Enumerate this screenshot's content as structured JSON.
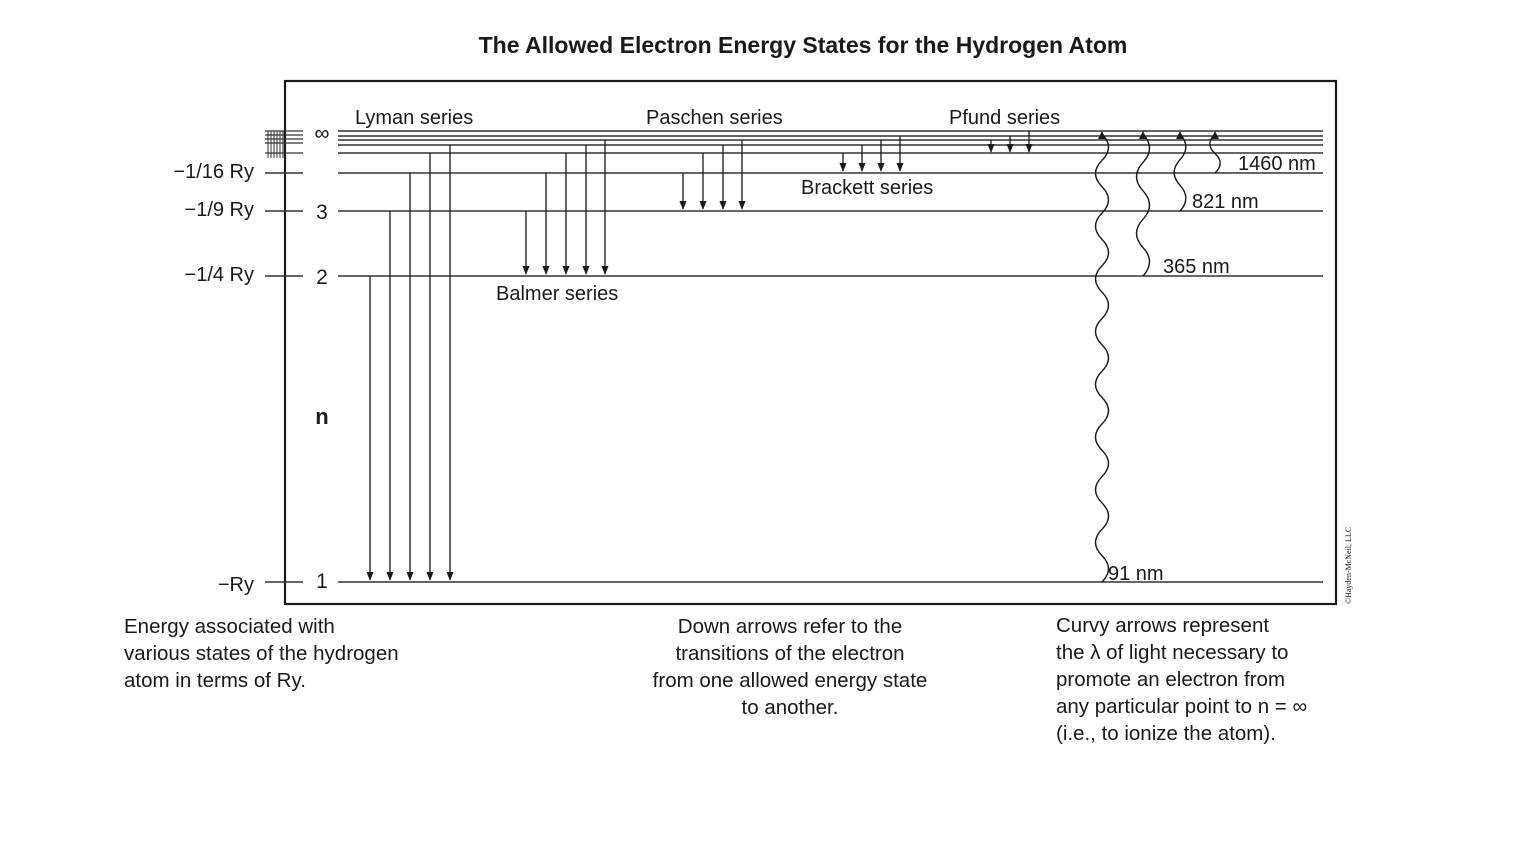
{
  "title": "The Allowed Electron Energy States for the Hydrogen Atom",
  "energy_labels": {
    "n4": "−1/16 Ry",
    "n3": "−1/9 Ry",
    "n2": "−1/4 Ry",
    "n1": "−Ry"
  },
  "level_labels": {
    "inf": "∞",
    "n3": "3",
    "n2": "2",
    "n1": "1",
    "axis": "n"
  },
  "series": {
    "lyman": "Lyman series",
    "balmer": "Balmer series",
    "paschen": "Paschen series",
    "brackett": "Brackett series",
    "pfund": "Pfund series"
  },
  "ionization_wavelengths": {
    "n1": "91 nm",
    "n2": "365 nm",
    "n3": "821 nm",
    "n4": "1460 nm"
  },
  "credit": "©Hayden-McNeil, LLC",
  "captions": {
    "left": "Energy associated with\nvarious states of the hydrogen\natom in terms of Ry.",
    "middle": "Down arrows refer to the\ntransitions of the electron\nfrom one allowed energy state\nto another.",
    "right": "Curvy arrows represent\nthe λ of light necessary to\npromote an electron from\nany particular point to n = ∞\n(i.e., to ionize the atom)."
  }
}
